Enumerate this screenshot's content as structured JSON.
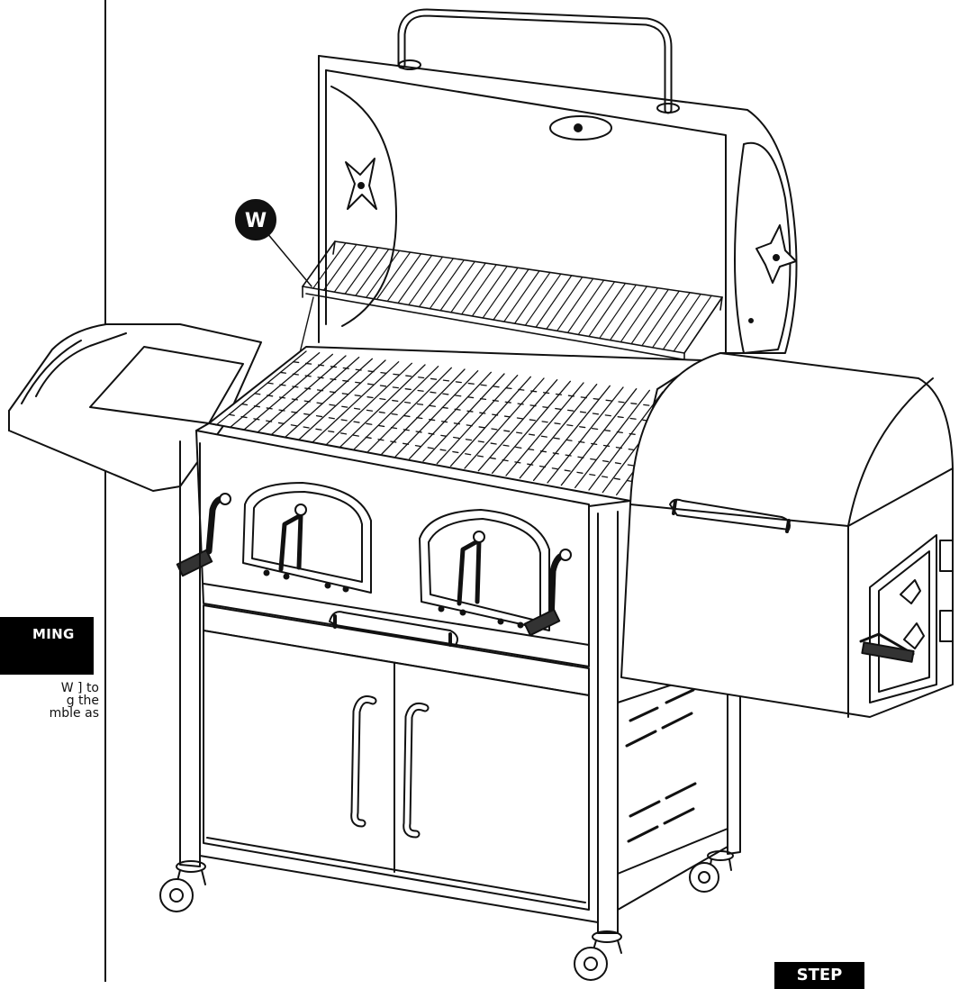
{
  "sidebar": {
    "header": "MING",
    "note_lines": [
      "W ] to",
      "g the",
      "mble as"
    ]
  },
  "callout": {
    "label": "W"
  },
  "footer": {
    "step_label": "STEP"
  }
}
